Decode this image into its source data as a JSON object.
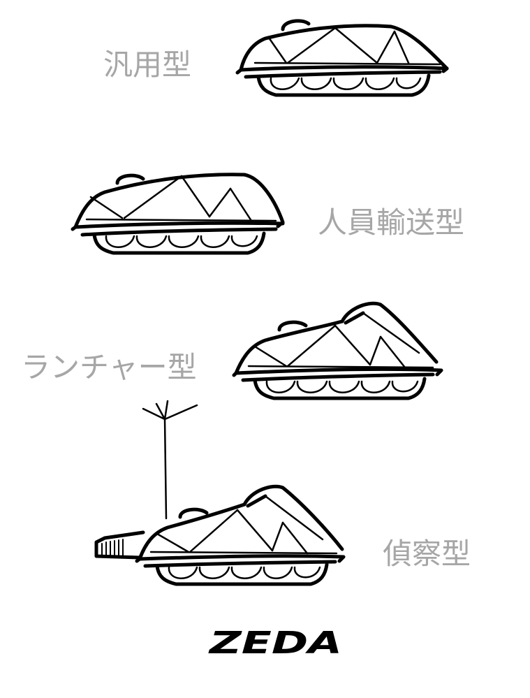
{
  "labels": {
    "general_purpose": "汎用型",
    "personnel_carrier": "人員輸送型",
    "launcher": "ランチャー型",
    "reconnaissance": "偵察型"
  },
  "logo_text": "ZEDA",
  "colors": {
    "label_gray": "#a6a6a6",
    "ink": "#000000",
    "background": "#ffffff"
  }
}
